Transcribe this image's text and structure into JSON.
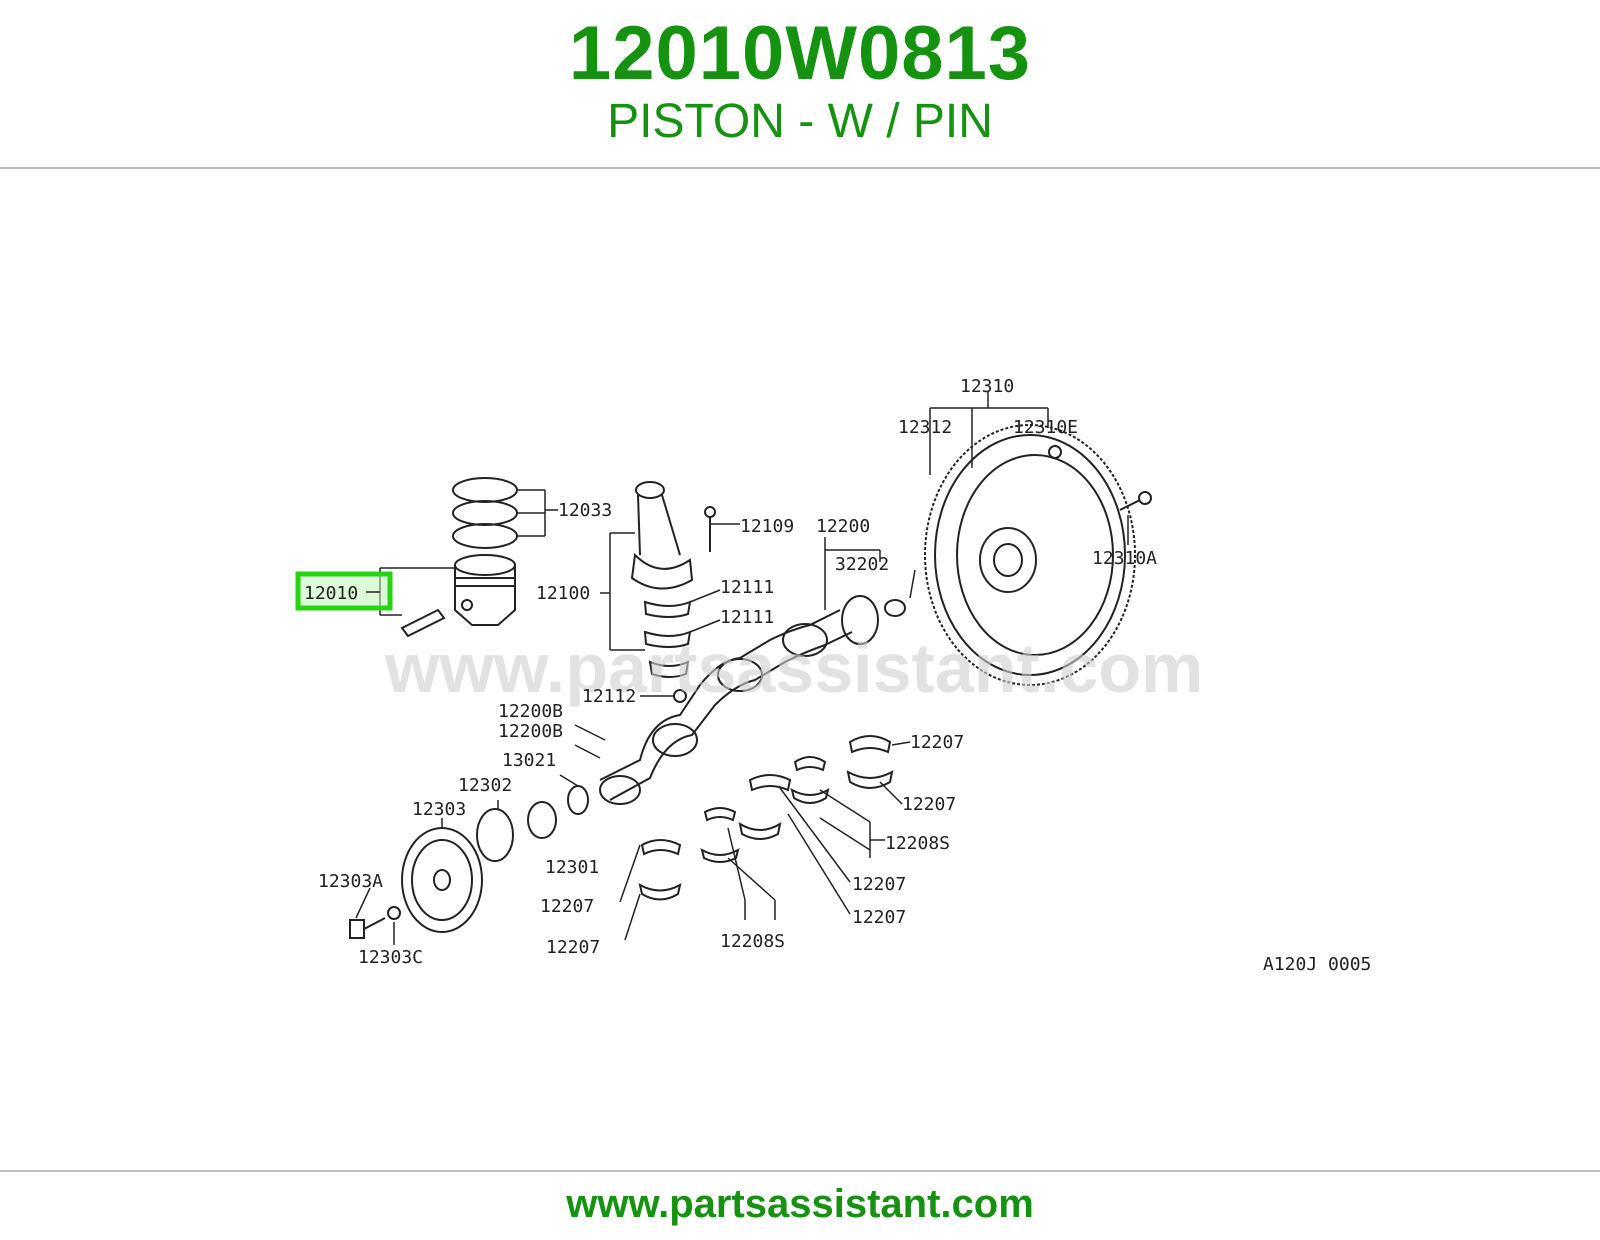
{
  "header": {
    "part_number": "12010W0813",
    "part_name": "PISTON - W / PIN"
  },
  "footer": {
    "url": "www.partsassistant.com"
  },
  "diagram": {
    "watermark": "www.partsassistant.com",
    "reference_code": "A120J 0005",
    "highlighted_label": "12010",
    "highlight_color": "#27d414",
    "labels": {
      "l12310": "12310",
      "l12312": "12312",
      "l12310E": "12310E",
      "l12310A": "12310A",
      "l12033": "12033",
      "l12109": "12109",
      "l12200": "12200",
      "l32202": "32202",
      "l12100": "12100",
      "l12111a": "12111",
      "l12111b": "12111",
      "l12112": "12112",
      "l12200B1": "12200B",
      "l12200B2": "12200B",
      "l13021": "13021",
      "l12302": "12302",
      "l12303": "12303",
      "l12301": "12301",
      "l12303A": "12303A",
      "l12303C": "12303C",
      "l12207a": "12207",
      "l12207b": "12207",
      "l12208Sa": "12208S",
      "l12207c": "12207",
      "l12207d": "12207",
      "l12207e": "12207",
      "l12207f": "12207",
      "l12208Sb": "12208S"
    }
  }
}
